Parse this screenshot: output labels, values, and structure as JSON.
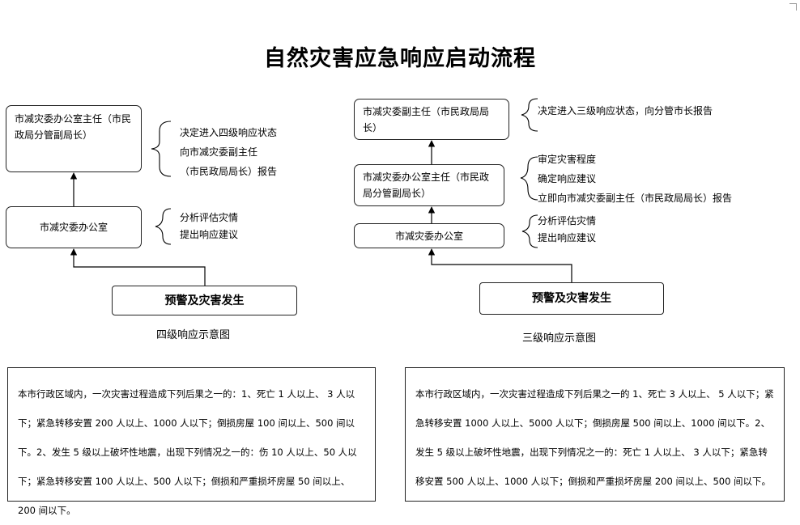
{
  "title": "自然灾害应急响应启动流程",
  "level4": {
    "box_top": "市减灾委办公室主任（市民政局分管副局长）",
    "box_mid": "市减灾委办公室",
    "trigger": "预警及灾害发生",
    "note_top": [
      "决定进入四级响应状态",
      "向市减灾委副主任",
      "（市民政局局长）报告"
    ],
    "note_mid": [
      "分析评估灾情",
      "提出响应建议"
    ],
    "caption": "四级响应示意图",
    "rule": "本市行政区域内，一次灾害过程造成下列后果之一的：1、死亡 1 人以上、 3 人以下；紧急转移安置 200 人以上、1000 人以下；倒损房屋 100 间以上、500 间以下。2、发生 5 级以上破坏性地震，出现下列情况之一的：伤 10 人以上、50 人以下；紧急转移安置 100 人以上、500 人以下；倒损和严重损坏房屋 50 间以上、200 间以下。"
  },
  "level3": {
    "box_top": "市减灾委副主任（市民政局局长）",
    "box_mid": "市减灾委办公室主任（市民政局分管副局长）",
    "box_low": "市减灾委办公室",
    "trigger": "预警及灾害发生",
    "note_top": [
      "决定进入三级响应状态，向分管市长报告"
    ],
    "note_mid": [
      "审定灾害程度",
      "确定响应建议",
      "立即向市减灾委副主任（市民政局局长）报告"
    ],
    "note_low": [
      "分析评估灾情",
      "提出响应建议"
    ],
    "caption": "三级响应示意图",
    "rule": "本市行政区域内，一次灾害过程造成下列后果之一的 1、死亡 3 人以上、 5 人以下；紧急转移安置 1000 人以上、5000 人以下；倒损房屋 500 间以上、1000 间以下。2、发生 5 级以上破坏性地震，出现下列情况之一的：死亡 1 人以上、 3 人以下；紧急转移安置 500 人以上、1000 人以下；倒损和严重损坏房屋 200 间以上、500 间以下。"
  }
}
